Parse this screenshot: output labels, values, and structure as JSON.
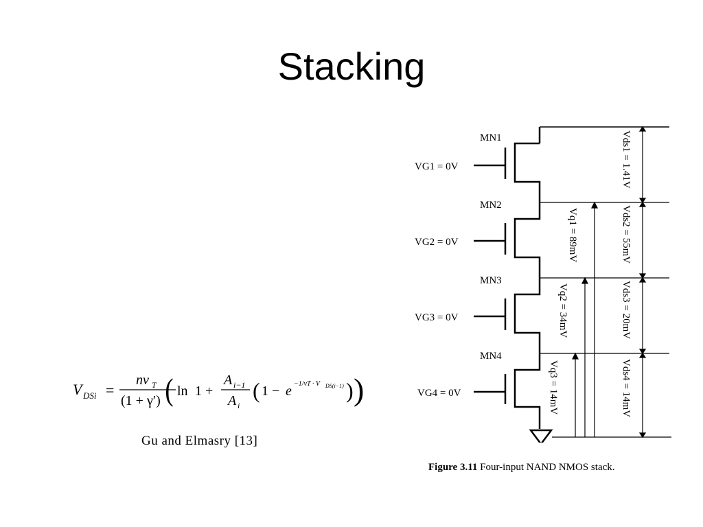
{
  "slide": {
    "title": "Stacking"
  },
  "formula": {
    "lhs": "V",
    "lhs_sub": "DSi",
    "num": "nv",
    "num_sub": "T",
    "den": "(1 + γ′)",
    "ln": "ln",
    "frac2_num": "A",
    "frac2_num_sub": "i−1",
    "frac2_den": "A",
    "frac2_den_sub": "i",
    "exp_base": "e",
    "exp_text": "−1/vT · V",
    "exp_sub": "DS(i−1)"
  },
  "citation": "Gu and Elmasry [13]",
  "figure": {
    "transistors": [
      "MN1",
      "MN2",
      "MN3",
      "MN4"
    ],
    "gate_labels": [
      "VG1 = 0V",
      "VG2 = 0V",
      "VG3 = 0V",
      "VG4 = 0V"
    ],
    "vds_labels": [
      "Vds1 = 1.41V",
      "Vds2 = 55mV",
      "Vds3 = 20mV",
      "Vds4 = 14mV"
    ],
    "vq_labels": [
      "Vq1 = 89mV",
      "Vq2 = 34mV",
      "Vq3 = 14mV"
    ],
    "caption_label": "Figure 3.11",
    "caption_text": "Four-input NAND NMOS stack."
  }
}
